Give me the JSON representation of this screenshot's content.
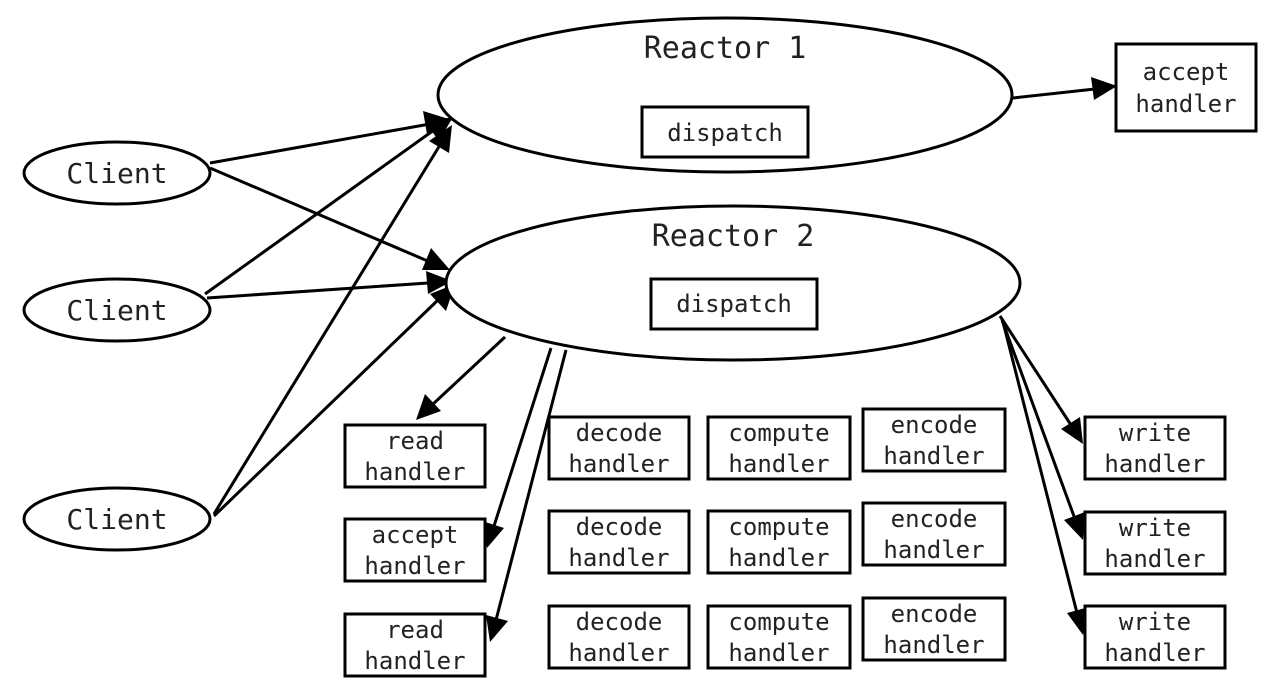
{
  "nodes": {
    "reactor1": {
      "label": "Reactor 1",
      "dispatch": "dispatch"
    },
    "reactor2": {
      "label": "Reactor 2",
      "dispatch": "dispatch"
    },
    "clients": [
      "Client",
      "Client",
      "Client"
    ],
    "accept_handler_main": [
      "accept",
      "handler"
    ],
    "left_handlers": [
      [
        "read",
        "handler"
      ],
      [
        "accept",
        "handler"
      ],
      [
        "read",
        "handler"
      ]
    ],
    "worker_rows": [
      [
        [
          "decode",
          "handler"
        ],
        [
          "compute",
          "handler"
        ],
        [
          "encode",
          "handler"
        ]
      ],
      [
        [
          "decode",
          "handler"
        ],
        [
          "compute",
          "handler"
        ],
        [
          "encode",
          "handler"
        ]
      ],
      [
        [
          "decode",
          "handler"
        ],
        [
          "compute",
          "handler"
        ],
        [
          "encode",
          "handler"
        ]
      ]
    ],
    "write_handlers": [
      [
        "write",
        "handler"
      ],
      [
        "write",
        "handler"
      ],
      [
        "write",
        "handler"
      ]
    ]
  },
  "edges": [
    {
      "from": "client-1",
      "to": "reactor-1"
    },
    {
      "from": "client-1",
      "to": "reactor-2"
    },
    {
      "from": "client-2",
      "to": "reactor-1"
    },
    {
      "from": "client-2",
      "to": "reactor-2"
    },
    {
      "from": "client-3",
      "to": "reactor-1"
    },
    {
      "from": "client-3",
      "to": "reactor-2"
    },
    {
      "from": "reactor-1",
      "to": "accept-handler"
    },
    {
      "from": "reactor-2",
      "to": "read-handler-1"
    },
    {
      "from": "reactor-2",
      "to": "accept-handler-2"
    },
    {
      "from": "reactor-2",
      "to": "read-handler-3"
    },
    {
      "from": "reactor-2",
      "to": "write-handler-1"
    },
    {
      "from": "reactor-2",
      "to": "write-handler-2"
    },
    {
      "from": "reactor-2",
      "to": "write-handler-3"
    }
  ]
}
